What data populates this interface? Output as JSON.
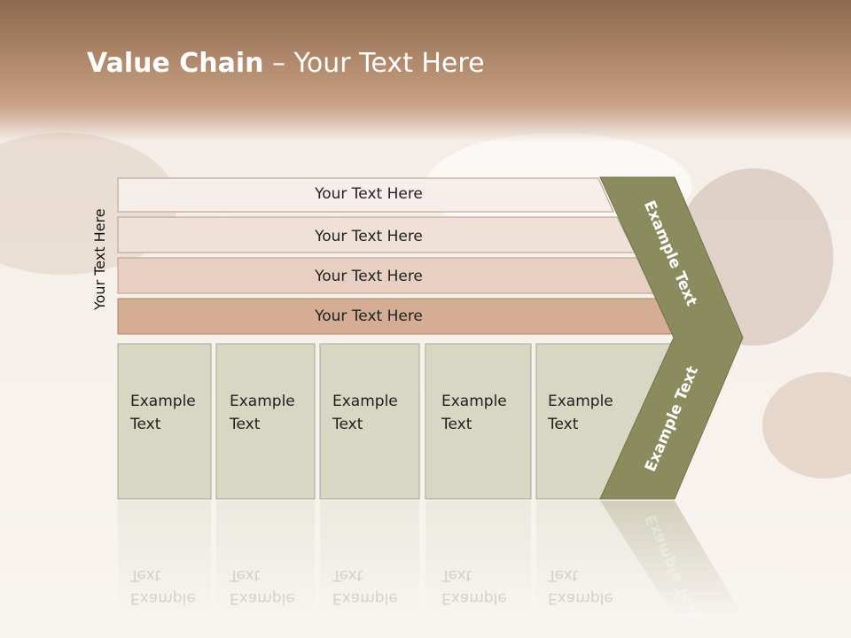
{
  "title": {
    "bold": "Value Chain",
    "rest": " – Your Text Here"
  },
  "side_label": "Your Text Here",
  "bars": [
    {
      "label": "Your Text Here"
    },
    {
      "label": "Your Text Here"
    },
    {
      "label": "Your Text Here"
    },
    {
      "label": "Your Text Here"
    }
  ],
  "columns": [
    {
      "line1": "Example",
      "line2": "Text"
    },
    {
      "line1": "Example",
      "line2": "Text"
    },
    {
      "line1": "Example",
      "line2": "Text"
    },
    {
      "line1": "Example",
      "line2": "Text"
    },
    {
      "line1": "Example",
      "line2": "Text"
    }
  ],
  "chevron": {
    "upper": "Example Text",
    "lower": "Example Text"
  },
  "colors": {
    "bar1": "#f6eeea",
    "bar2": "#efe1d8",
    "bar3": "#e7d0c1",
    "bar4": "#d4ad94",
    "column": "#d7d7c4",
    "chevron": "#8b8c5e"
  }
}
